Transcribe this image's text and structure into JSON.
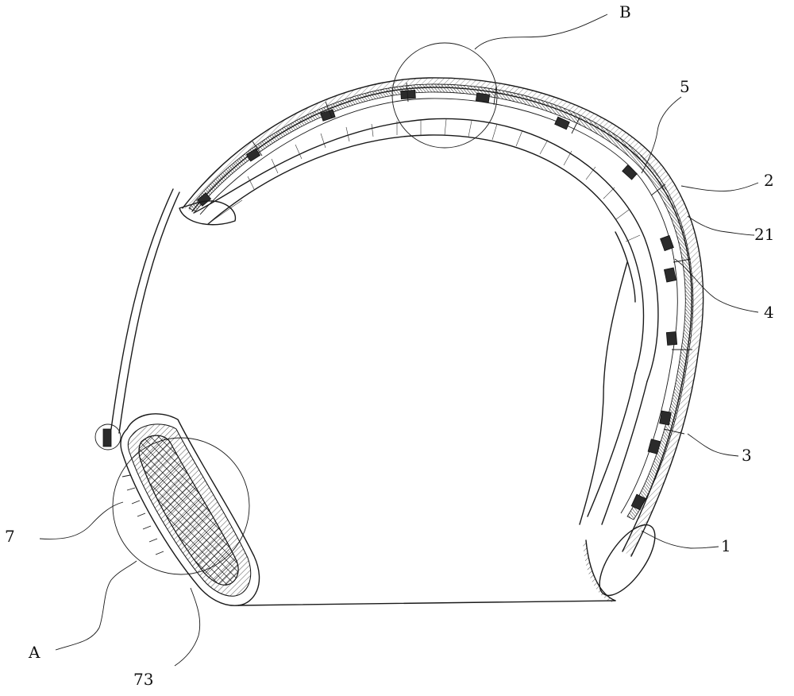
{
  "labels": {
    "B": "B",
    "5": "5",
    "2": "2",
    "21": "21",
    "4": "4",
    "3": "3",
    "1": "1",
    "7": "7",
    "A": "A",
    "73": "73"
  }
}
